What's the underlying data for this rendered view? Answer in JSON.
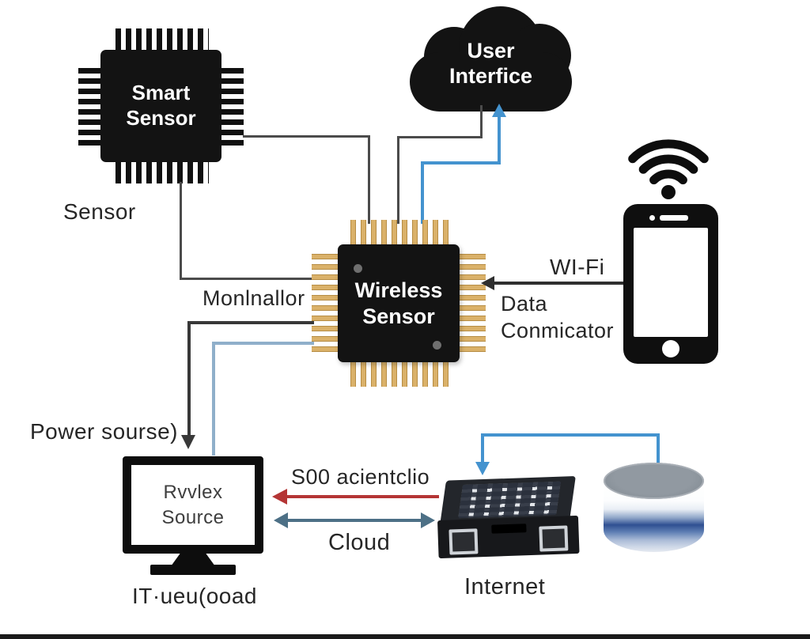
{
  "title": "Wireless sensor network diagram",
  "colors": {
    "chip_black": "#131313",
    "pin_gold": "#d3ab63",
    "line_dark": "#4b4b4b",
    "line_blue": "#4493cf",
    "line_steel": "#8fafca",
    "arrow_red": "#b43535",
    "arrow_steel": "#4d7086",
    "text": "#262626"
  },
  "nodes": {
    "smart_sensor": {
      "label": "Smart\nSensor"
    },
    "sensor_caption": "Sensor",
    "cloud": {
      "label": "User\nInterfice"
    },
    "wireless_sensor": {
      "label": "Wireless\nSensor"
    },
    "monitor_side_label": "Monlnallor",
    "wifi_label": "WI-Fi",
    "data_connector_label": "Data\nConmicator",
    "power_source_label": "Power sourse)",
    "monitor": {
      "screen_label": "Rvvlex\nSource",
      "caption": "IT·ueu(ooad"
    },
    "red_arrow_label": "S00 acientclio",
    "cloud_arrow_label": "Cloud",
    "internet_caption": "Internet"
  },
  "icons": [
    "smart-sensor-chip-icon",
    "user-interface-cloud-icon",
    "wireless-sensor-chip-icon",
    "wifi-icon",
    "smartphone-icon",
    "monitor-icon",
    "internet-device-icon",
    "database-icon"
  ],
  "connections": [
    {
      "from": "smart-sensor",
      "to": "wireless-sensor-top",
      "style": "dark-line"
    },
    {
      "from": "smart-sensor-bottom",
      "to": "wireless-sensor-left",
      "style": "dark-line"
    },
    {
      "from": "wireless-sensor-top",
      "to": "user-interface-cloud",
      "style": "dark-line"
    },
    {
      "from": "wireless-sensor-top",
      "to": "user-interface-cloud",
      "style": "blue-arrow-up"
    },
    {
      "from": "smartphone",
      "to": "wireless-sensor-right",
      "style": "dark-arrow-left",
      "labels": [
        "WI-Fi",
        "Data\nConmicator"
      ]
    },
    {
      "from": "wireless-sensor-left",
      "to": "monitor",
      "style": "dark-arrow-down"
    },
    {
      "from": "wireless-sensor-left",
      "to": "monitor",
      "style": "steel-line"
    },
    {
      "from": "internet-device",
      "to": "monitor",
      "style": "red-arrow-left",
      "label": "S00 acientclio"
    },
    {
      "from": "monitor",
      "to": "internet-device",
      "style": "steel-double-arrow",
      "label": "Cloud"
    },
    {
      "from": "database",
      "to": "internet-device",
      "style": "blue-arrow-down"
    }
  ]
}
